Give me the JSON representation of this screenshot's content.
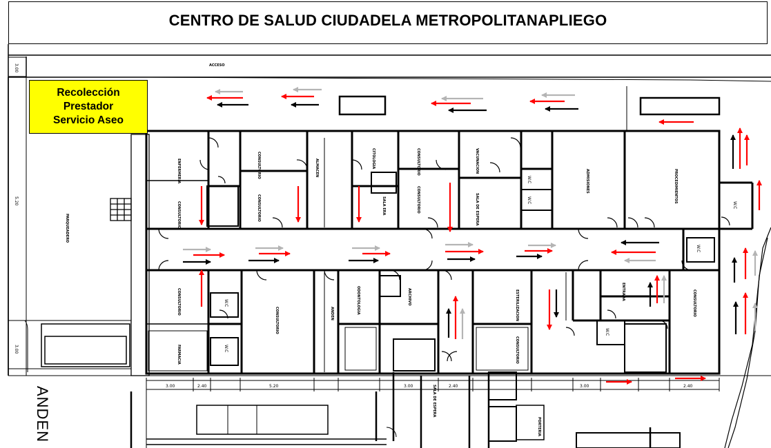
{
  "title": "CENTRO DE SALUD CIUDADELA METROPOLITANAPLIEGO",
  "collection_label": {
    "line1": "Recolección",
    "line2": "Prestador",
    "line3": "Servicio Aseo",
    "bg_color": "#ffff00"
  },
  "street_label": "ANDEN",
  "room_labels": {
    "room_a": "ENFERMERIA",
    "room_b": "CONSULTORIO",
    "room_c": "CONSULTORIO",
    "room_d": "CONSULTORIO",
    "room_e": "ALMACEN",
    "room_f": "CITOLOGIA",
    "room_g": "CONSULTORIO",
    "room_h": "CONSULTORIO",
    "room_i": "SALA ERA",
    "room_j": "VACUNACION",
    "room_k": "SALA DE ESPERA",
    "room_l": "ADMISIONES",
    "room_m": "PROCEDIMIENTOS",
    "room_n": "CONSULTORIO",
    "room_o": "FARMACIA",
    "room_p": "CONSULTORIO",
    "room_q": "ODONTOLOGIA",
    "room_r": "ARCHIVO",
    "room_s": "ESTERILIZACION",
    "room_t": "PARQUEADERO",
    "room_u": "ACCESO",
    "room_v": "ANDEN",
    "room_w": "SALA DE ESPERA",
    "room_x": "PORTERIA",
    "room_y": "CONSULTORIO",
    "room_z": "CONSULTORIO",
    "room_aa": "ENTRADA"
  },
  "small_labels": {
    "bath": "W.C",
    "dim1": "3.00",
    "dim2": "2.40",
    "dim3": "5.20"
  },
  "colors": {
    "evac_red": "#ff0000",
    "evac_black": "#000000",
    "evac_gray": "#b4b4b4",
    "walls": "#000000"
  }
}
